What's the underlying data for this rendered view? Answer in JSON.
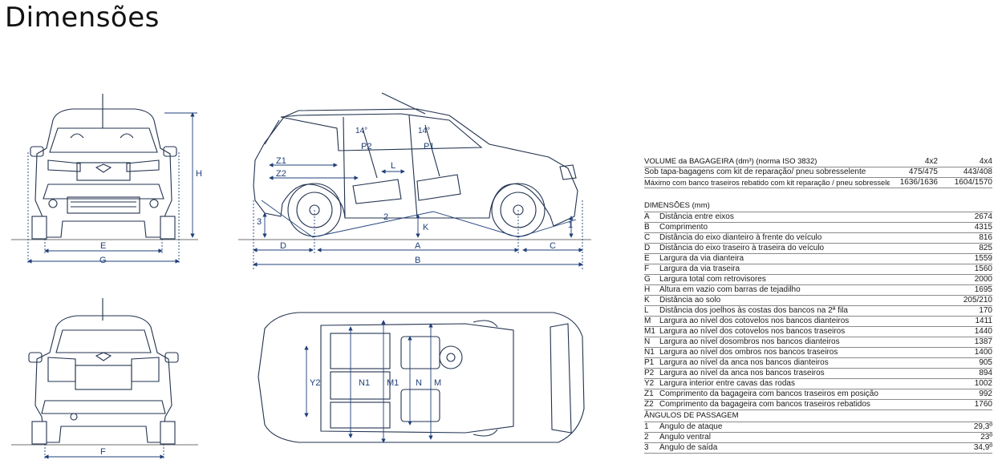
{
  "title": "Dimensões",
  "luggage": {
    "heading": "VOLUME da BAGAGEIRA (dm³) (norma ISO 3832)",
    "col1": "4x2",
    "col2": "4x4",
    "rows": [
      {
        "label": "Sob tapa-bagagens com kit de reparação/ pneu sobresselente",
        "v1": "475/475",
        "v2": "443/408"
      },
      {
        "label": "Máximo com banco traseiros rebatido com kit reparação / pneu sobresselente",
        "v1": "1636/1636",
        "v2": "1604/1570"
      }
    ]
  },
  "dimensions": {
    "heading": "DIMENSÕES (mm)",
    "rows": [
      {
        "key": "A",
        "label": "Distância entre eixos",
        "value": "2674"
      },
      {
        "key": "B",
        "label": "Comprimento",
        "value": "4315"
      },
      {
        "key": "C",
        "label": "Distância do eixo dianteiro à frente do veículo",
        "value": "816"
      },
      {
        "key": "D",
        "label": "Distância do eixo traseiro à traseira do veículo",
        "value": "825"
      },
      {
        "key": "E",
        "label": "Largura da via dianteira",
        "value": "1559"
      },
      {
        "key": "F",
        "label": "Largura da via traseira",
        "value": "1560"
      },
      {
        "key": "G",
        "label": "Largura total com retrovisores",
        "value": "2000"
      },
      {
        "key": "H",
        "label": "Altura em vazio com barras de tejadilho",
        "value": "1695"
      },
      {
        "key": "K",
        "label": "Distância ao solo",
        "value": "205/210"
      },
      {
        "key": "L",
        "label": "Distância dos joelhos às costas dos bancos na 2ª fila",
        "value": "170"
      },
      {
        "key": "M",
        "label": "Largura ao nível dos cotovelos nos bancos dianteiros",
        "value": "1411"
      },
      {
        "key": "M1",
        "label": "Largura ao nível dos cotovelos nos bancos traseiros",
        "value": "1440"
      },
      {
        "key": "N",
        "label": "Largura ao nível dosombros nos bancos dianteiros",
        "value": "1387"
      },
      {
        "key": "N1",
        "label": "Largura ao nível dos ombros nos bancos traseiros",
        "value": "1400"
      },
      {
        "key": "P1",
        "label": "Largura ao nível da anca nos bancos dianteiros",
        "value": "905"
      },
      {
        "key": "P2",
        "label": "Largura ao nível da anca nos bancos traseiros",
        "value": "894"
      },
      {
        "key": "Y2",
        "label": "Largura interior entre cavas das rodas",
        "value": "1002"
      },
      {
        "key": "Z1",
        "label": "Comprimento da bagageira com bancos traseiros em posição",
        "value": "992"
      },
      {
        "key": "Z2",
        "label": "Comprimento da bagageira com bancos traseiros rebatidos",
        "value": "1760"
      }
    ]
  },
  "angles": {
    "heading": "ÂNGULOS DE PASSAGEM",
    "rows": [
      {
        "key": "1",
        "label": "Ângulo de ataque",
        "value": "29,3º"
      },
      {
        "key": "2",
        "label": "Ângulo ventral",
        "value": "23º"
      },
      {
        "key": "3",
        "label": "Ângulo de saída",
        "value": "34,9º"
      }
    ]
  },
  "drawing_labels": {
    "front_height": "H",
    "front_track": "E",
    "front_width": "G",
    "rear_track": "F",
    "side_wheelbase": "A",
    "side_length": "B",
    "side_front_overhang": "C",
    "side_rear_overhang": "D",
    "side_clearance": "K",
    "side_knee": "L",
    "angle_attack": "1",
    "angle_ventral": "2",
    "angle_departure": "3",
    "seat_front_angle": "14°",
    "seat_rear_angle": "14°",
    "hip_front": "P1",
    "hip_rear": "P2",
    "boot_z1": "Z1",
    "boot_z2": "Z2",
    "top_y2": "Y2",
    "top_n1": "N1",
    "top_m1": "M1",
    "top_n": "N",
    "top_m": "M"
  },
  "colors": {
    "dimension_lines": "#1f3f7a",
    "drawing_lines": "#22324f"
  }
}
